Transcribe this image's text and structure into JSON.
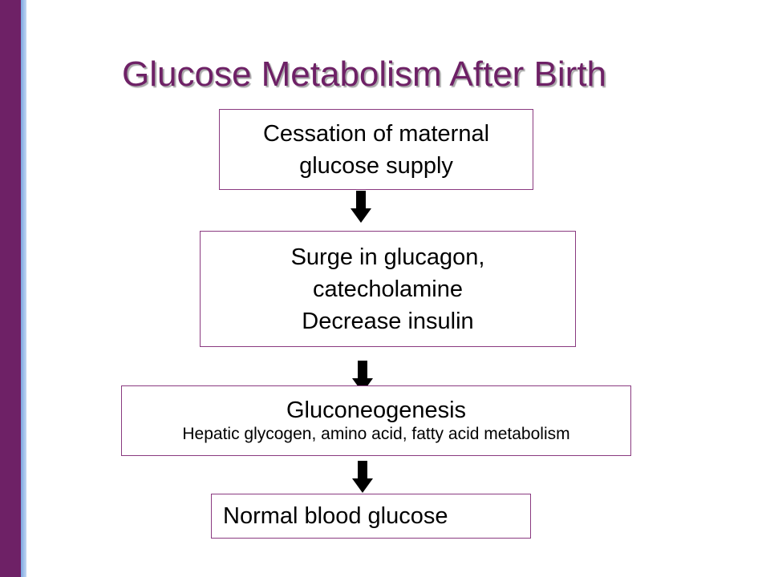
{
  "slide": {
    "title": "Glucose Metabolism After Birth",
    "accent_color": "#6e2166",
    "stripe_color": "#7aa6e0"
  },
  "flow": {
    "boxes": [
      {
        "lines": [
          "Cessation of maternal",
          "glucose supply"
        ]
      },
      {
        "lines": [
          "Surge in glucagon,",
          "catecholamine",
          "Decrease insulin"
        ]
      },
      {
        "lines": [
          "Gluconeogenesis",
          "Hepatic glycogen, amino acid, fatty acid metabolism"
        ]
      },
      {
        "lines": [
          "Normal blood glucose"
        ]
      }
    ],
    "arrow_icon": "down-arrow-icon"
  }
}
